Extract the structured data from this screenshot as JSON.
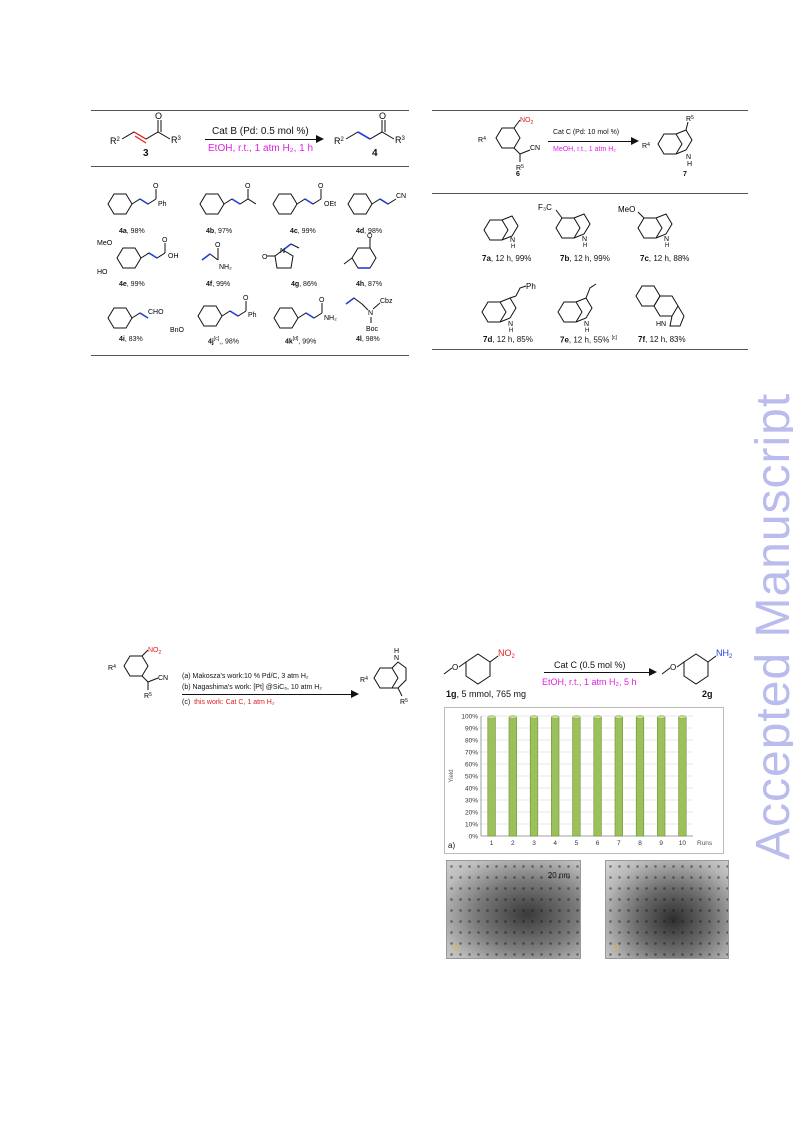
{
  "watermark": "Accepted Manuscript",
  "scheme_enones": {
    "reactant_label": "3",
    "product_label": "4",
    "conditions_top": "Cat B (Pd: 0.5 mol %)",
    "conditions_bottom": "EtOH, r.t., 1 atm H₂, 1 h",
    "products": [
      {
        "label": "4a",
        "yield": ", 98%",
        "group": "Ph"
      },
      {
        "label": "4b",
        "yield": ", 97%"
      },
      {
        "label": "4c",
        "yield": ", 99%",
        "group": "OEt"
      },
      {
        "label": "4d",
        "yield": ", 98%",
        "group": "CN"
      },
      {
        "label": "4e",
        "yield": ", 99%",
        "group": "OH",
        "group2": "MeO",
        "group3": "HO"
      },
      {
        "label": "4f",
        "yield": ", 99%",
        "group": "NH₂"
      },
      {
        "label": "4g",
        "yield": ", 86%",
        "group": "N"
      },
      {
        "label": "4h",
        "yield": ", 87%"
      },
      {
        "label": "4i",
        "yield": ", 83%",
        "group": "CHO"
      },
      {
        "label": "4j",
        "sup": "[c]",
        "yield": ",, 98%",
        "group": "Ph",
        "group2": "BnO"
      },
      {
        "label": "4k",
        "sup": "[d]",
        "yield": ", 99%",
        "group": "NH₂"
      },
      {
        "label": "4l",
        "yield": ", 98%",
        "group": "Cbz",
        "group2": "N",
        "group3": "Boc"
      }
    ]
  },
  "scheme_indoles": {
    "reactant_label": "6",
    "product_label": "7",
    "conditions_top": "Cat C (Pd: 10 mol %)",
    "conditions_bottom": "MeOH, r.t., 1 atm H₂",
    "products": [
      {
        "label": "7a",
        "text": ", 12 h, 99%"
      },
      {
        "label": "7b",
        "text": ", 12 h, 99%",
        "group": "F₃C"
      },
      {
        "label": "7c",
        "text": ", 12 h, 88%",
        "group": "MeO"
      },
      {
        "label": "7d",
        "text": ", 12 h, 85%",
        "group": "Ph"
      },
      {
        "label": "7e",
        "text": ", 12 h, 55%",
        "sup": "[c]"
      },
      {
        "label": "7f",
        "text": ", 12 h, 83%",
        "group": "HN"
      }
    ]
  },
  "scheme_routes": {
    "line_a": "(a) Makosza's work:10 % Pd/C, 3 atm H₂",
    "line_b": "(b) Nagashima's work: [Pt] @SiC₆, 10 atm H₂",
    "line_c_prefix": "(c)",
    "line_c": "this work: Cat C, 1 atm H₂"
  },
  "scheme_nitro": {
    "reactant": "1g",
    "reactant_amount": ", 5 mmol, 765 mg",
    "product": "2g",
    "conditions_top": "Cat C (0.5 mol %)",
    "conditions_bottom": "EtOH, r.t., 1 atm H₂, 5 h"
  },
  "chart_data": {
    "type": "bar",
    "ylabel": "Yield",
    "xlabel": "Runs",
    "categories": [
      "1",
      "2",
      "3",
      "4",
      "5",
      "6",
      "7",
      "8",
      "9",
      "10"
    ],
    "values": [
      99,
      99,
      99,
      99,
      99,
      99,
      99,
      99,
      99,
      99
    ],
    "ylim": [
      0,
      100
    ],
    "yticks": [
      "0%",
      "10%",
      "20%",
      "30%",
      "40%",
      "50%",
      "60%",
      "70%",
      "80%",
      "90%",
      "100%"
    ],
    "panel_label": "a)",
    "bar_color": "#9cc05a",
    "grid": true
  },
  "tem_images": [
    {
      "panel": "b)",
      "scale": "20 nm"
    },
    {
      "panel": "c)"
    }
  ]
}
